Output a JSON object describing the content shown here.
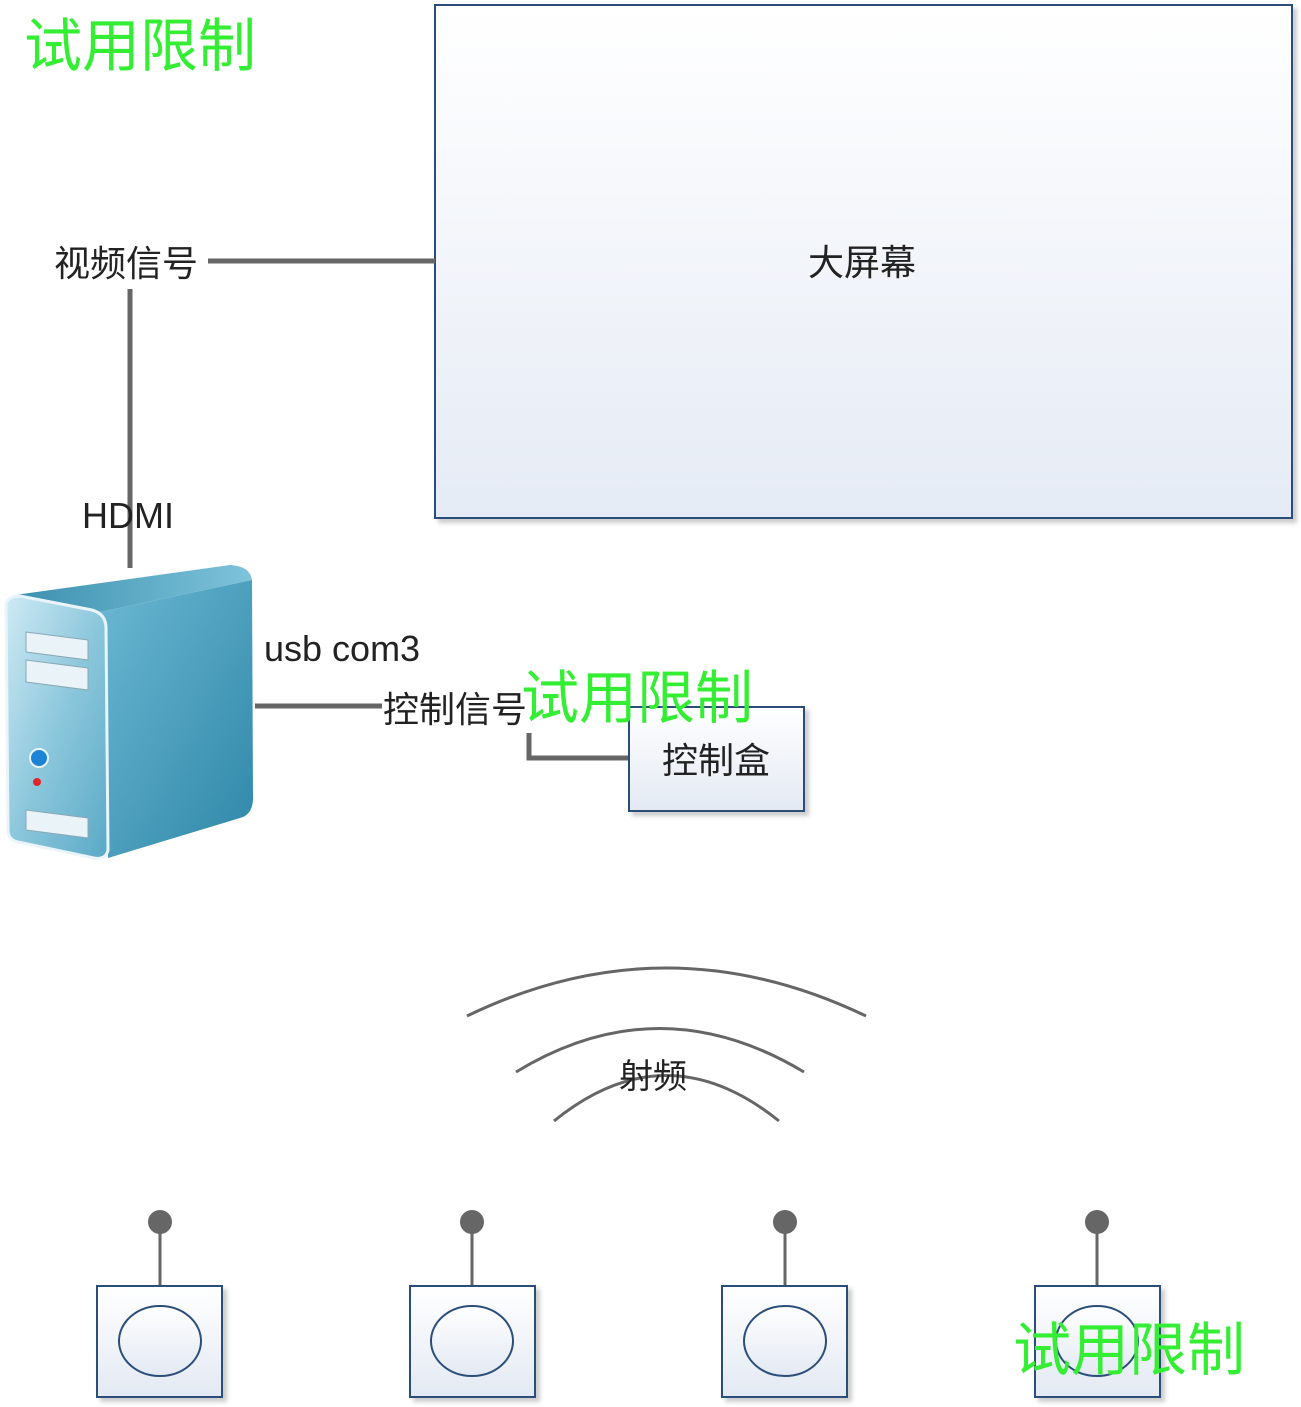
{
  "labels": {
    "big_screen": "大屏幕",
    "video_signal": "视频信号",
    "hdmi": "HDMI",
    "usb_com": "usb  com3",
    "control_signal": "控制信号",
    "control_box": "控制盒",
    "rf": "射频"
  },
  "watermark": {
    "text": "试用限制",
    "color": "#33ee33"
  },
  "icons": {
    "server": "server-tower-icon",
    "device": "wireless-button-icon",
    "antenna": "antenna-icon",
    "wave": "radio-wave-icon"
  },
  "colors": {
    "line": "#666666",
    "screen_fill_top": "#ffffff",
    "screen_fill_bottom": "#e6ecf6",
    "border": "#2b4d7a",
    "server_main": "#3f9fbf",
    "server_dark": "#2b7f9f"
  },
  "devices_count_label": ""
}
